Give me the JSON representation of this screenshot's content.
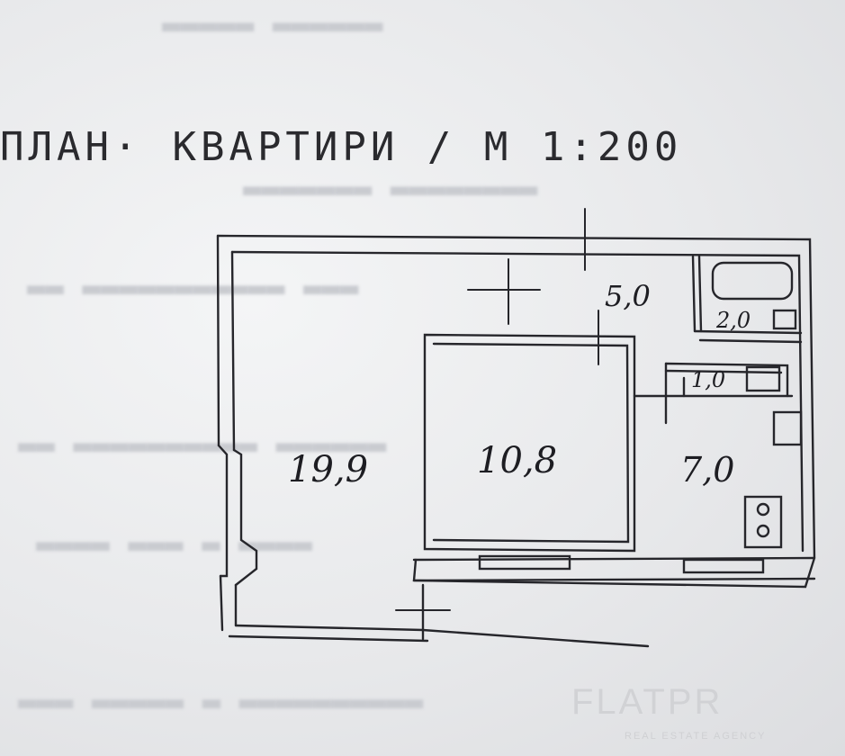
{
  "title": {
    "label": "ПЛАН",
    "object": "КВАРТИРИ",
    "scale": "/ М 1:200"
  },
  "rooms": [
    {
      "name": "room-living",
      "area": "19,9"
    },
    {
      "name": "room-bedroom",
      "area": "10,8"
    },
    {
      "name": "room-kitchen",
      "area": "7,0"
    },
    {
      "name": "hallway",
      "area": "5,0"
    },
    {
      "name": "bathroom",
      "area": "2,0"
    },
    {
      "name": "toilet",
      "area": "1,0"
    }
  ],
  "watermark": {
    "brand": "FLATPR",
    "tagline": "REAL ESTATE AGENCY"
  }
}
